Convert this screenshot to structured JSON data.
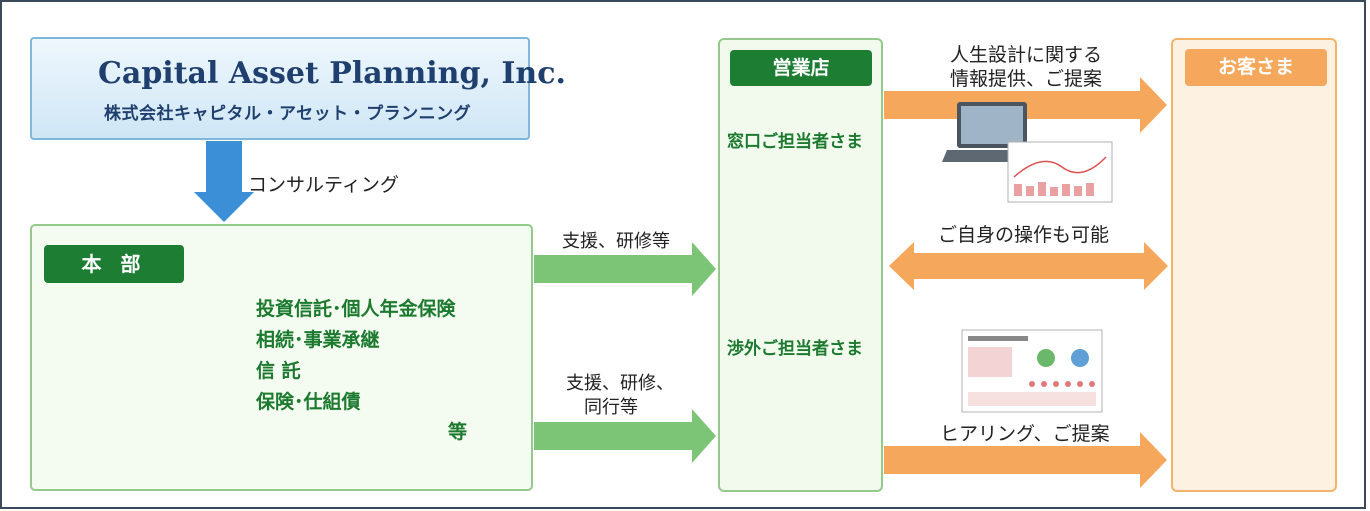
{
  "company": {
    "name_en": "Capital Asset Planning, Inc.",
    "name_jp": "株式会社キャピタル・アセット・プランニング"
  },
  "consulting_label": "コンサルティング",
  "headquarters": {
    "tag": "本 部",
    "services": [
      "投資信託･個人年金保険",
      "相続･事業承継",
      "信 託",
      "保険･仕組債"
    ],
    "etc": "等"
  },
  "support_labels": {
    "top": "支援、研修等",
    "bottom_line1": "支援、研修、",
    "bottom_line2": "同行等"
  },
  "branch": {
    "tag": "営業店",
    "counter_staff": "窓口ご担当者さま",
    "field_staff": "渉外ご担当者さま"
  },
  "customer": {
    "tag": "お客さま"
  },
  "flows": {
    "life_design_line1": "人生設計に関する",
    "life_design_line2": "情報提供、ご提案",
    "self_operation": "ご自身の操作も可能",
    "hearing": "ヒアリング、ご提案"
  },
  "colors": {
    "green": "#1d7d33",
    "blue_arrow": "#3a8fd6",
    "green_arrow": "#7cc576",
    "orange_arrow": "#f5a85b"
  }
}
